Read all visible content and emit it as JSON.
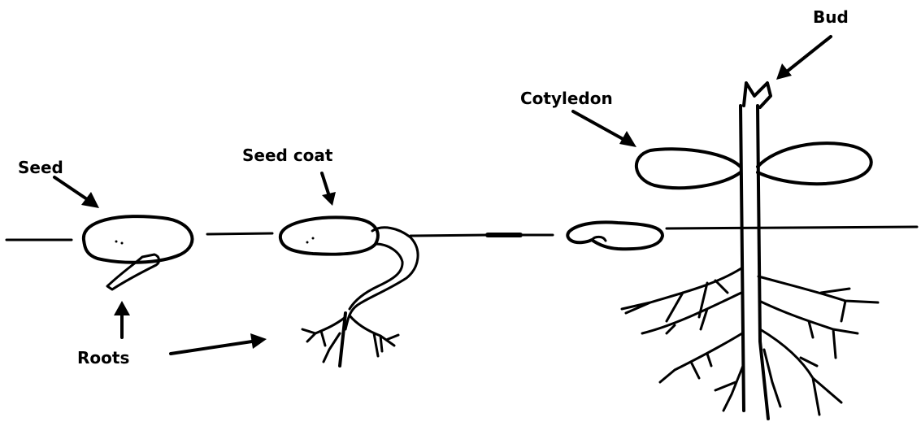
{
  "labels": {
    "seed": "Seed",
    "seed_coat": "Seed coat",
    "cotyledon": "Cotyledon",
    "bud": "Bud",
    "roots": "Roots"
  },
  "colors": {
    "ink": "#000000",
    "background": "#ffffff"
  }
}
